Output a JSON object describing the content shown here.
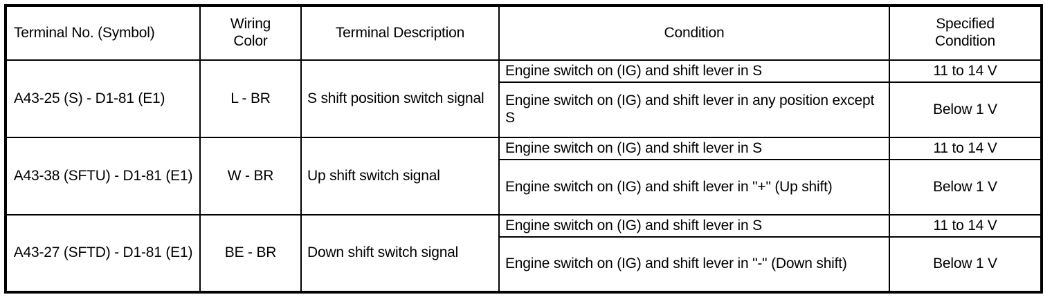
{
  "table": {
    "headers": {
      "terminal": "Terminal No. (Symbol)",
      "wiring_color": "Wiring\nColor",
      "wiring_color_line1": "Wiring",
      "wiring_color_line2": "Color",
      "terminal_description": "Terminal Description",
      "condition": "Condition",
      "specified_condition_line1": "Specified",
      "specified_condition_line2": "Condition"
    },
    "rows": [
      {
        "terminal": "A43-25 (S) - D1-81 (E1)",
        "wiring_color": "L - BR",
        "description": "S shift position switch signal",
        "conditions": [
          {
            "condition": "Engine switch on (IG) and shift lever in S",
            "specified": "11 to 14 V"
          },
          {
            "condition": "Engine switch on (IG) and shift lever in any position except S",
            "specified": "Below 1 V"
          }
        ]
      },
      {
        "terminal": "A43-38 (SFTU) - D1-81 (E1)",
        "wiring_color": "W - BR",
        "description": "Up shift switch signal",
        "conditions": [
          {
            "condition": "Engine switch on (IG) and shift lever in S",
            "specified": "11 to 14 V"
          },
          {
            "condition": "Engine switch on (IG) and shift lever in \"+\" (Up shift)",
            "specified": "Below 1 V"
          }
        ]
      },
      {
        "terminal": "A43-27 (SFTD) - D1-81 (E1)",
        "wiring_color": "BE - BR",
        "description": "Down shift switch signal",
        "conditions": [
          {
            "condition": "Engine switch on (IG) and shift lever in S",
            "specified": "11 to 14 V"
          },
          {
            "condition": "Engine switch on (IG) and shift lever in \"-\" (Down shift)",
            "specified": "Below 1 V"
          }
        ]
      }
    ]
  },
  "colors": {
    "border": "#000000",
    "text": "#000000",
    "background": "#ffffff"
  }
}
